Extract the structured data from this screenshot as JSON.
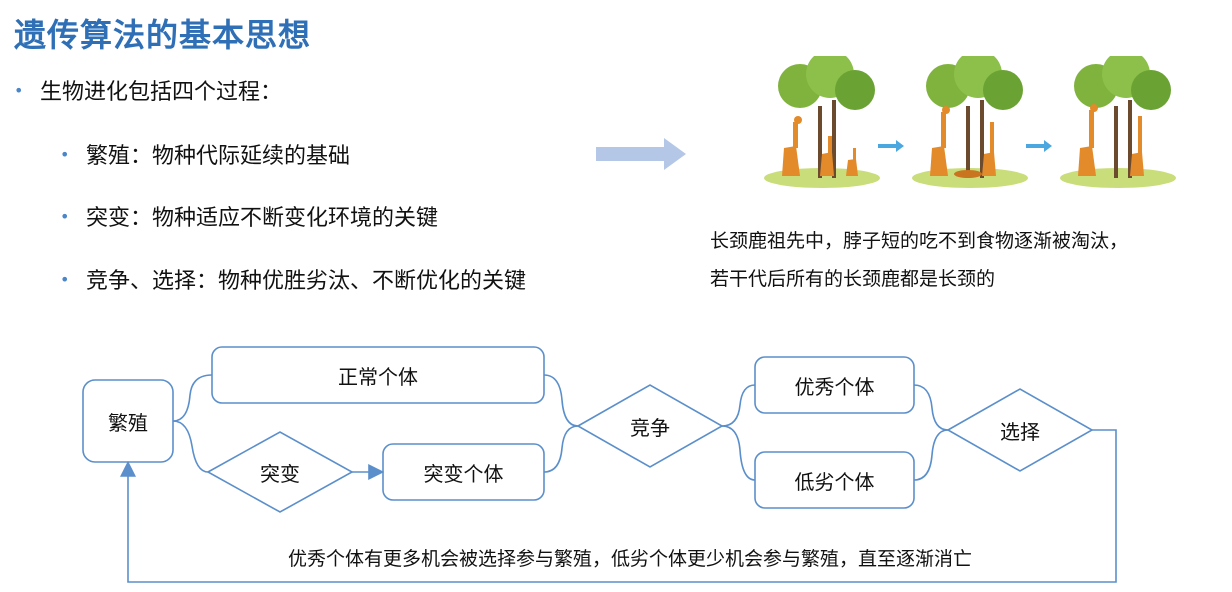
{
  "title": "遗传算法的基本思想",
  "bullets": {
    "main": "生物进化包括四个过程：",
    "subs": [
      "繁殖：物种代际延续的基础",
      "突变：物种适应不断变化环境的关键",
      "竞争、选择：物种优胜劣汰、不断优化的关键"
    ]
  },
  "giraffe_note": {
    "line1": "长颈鹿祖先中，脖子短的吃不到食物逐渐被淘汰，",
    "line2": "若干代后所有的长颈鹿都是长颈的"
  },
  "flow": {
    "reproduce": "繁殖",
    "normal": "正常个体",
    "mutation": "突变",
    "mutant": "突变个体",
    "compete": "竞争",
    "superior": "优秀个体",
    "inferior": "低劣个体",
    "select": "选择",
    "feedback": "优秀个体有更多机会被选择参与繁殖，低劣个体更少机会参与繁殖，直至逐渐消亡"
  },
  "colors": {
    "title": "#2e6fb6",
    "node_border": "#5b8fcb",
    "arrow": "#b4c7e7"
  }
}
